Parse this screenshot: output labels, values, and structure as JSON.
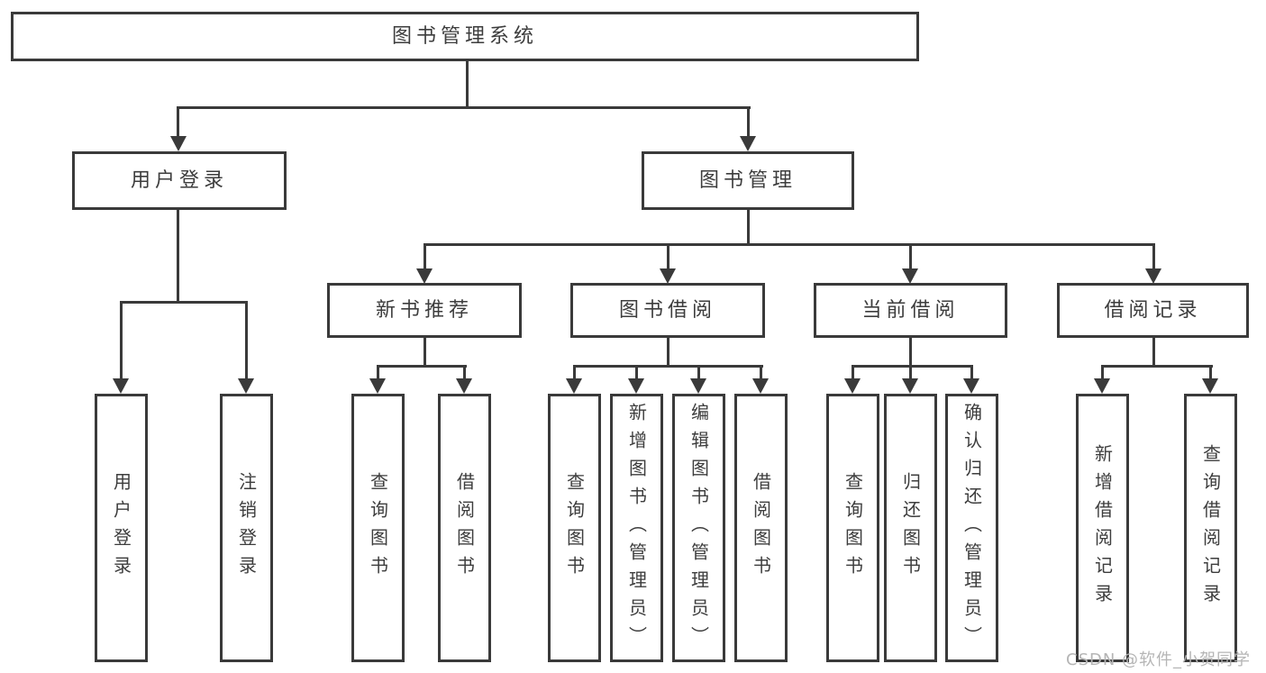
{
  "diagram_type": "hierarchy-tree",
  "colors": {
    "line": "#3a3a3a",
    "text": "#3d3d3d",
    "watermark": "#b5b5b5",
    "background": "#ffffff"
  },
  "tree": {
    "root": {
      "label": "图书管理系统",
      "children": [
        {
          "label": "用户登录",
          "children": [
            {
              "label": "用户登录"
            },
            {
              "label": "注销登录"
            }
          ]
        },
        {
          "label": "图书管理",
          "children": [
            {
              "label": "新书推荐",
              "children": [
                {
                  "label": "查询图书"
                },
                {
                  "label": "借阅图书"
                }
              ]
            },
            {
              "label": "图书借阅",
              "children": [
                {
                  "label": "查询图书"
                },
                {
                  "label": "新增图书（管理员）"
                },
                {
                  "label": "编辑图书（管理员）"
                },
                {
                  "label": "借阅图书"
                }
              ]
            },
            {
              "label": "当前借阅",
              "children": [
                {
                  "label": "查询图书"
                },
                {
                  "label": "归还图书"
                },
                {
                  "label": "确认归还（管理员）"
                }
              ]
            },
            {
              "label": "借阅记录",
              "children": [
                {
                  "label": "新增借阅记录"
                },
                {
                  "label": "查询借阅记录"
                }
              ]
            }
          ]
        }
      ]
    }
  },
  "watermark": "CSDN @软件_小贺同学"
}
